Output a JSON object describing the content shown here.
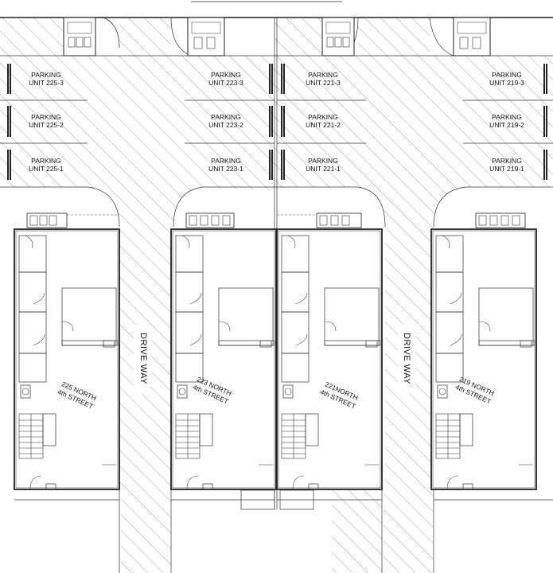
{
  "drive_label": "DRIVE WAY",
  "parking": {
    "title": "PARKING",
    "spaces": [
      [
        "UNIT 225-3",
        "UNIT 223-3",
        "UNIT 221-3",
        "UNIT 219-3"
      ],
      [
        "UNIT 225-2",
        "UNIT 223-2",
        "UNIT 221-2",
        "UNIT 219-2"
      ],
      [
        "UNIT 225-1",
        "UNIT 223-1",
        "UNIT 221-1",
        "UNIT 219-1"
      ]
    ]
  },
  "buildings": [
    {
      "line1": "225 NORTH",
      "line2": "4th STREET"
    },
    {
      "line1": "223 NORTH",
      "line2": "4th STREET"
    },
    {
      "line1": "221NORTH",
      "line2": "4th STREET"
    },
    {
      "line1": "219 NORTH",
      "line2": "4th STREET"
    }
  ],
  "colors": {
    "line": "#222222",
    "hatch": "#8c8c8c",
    "background": "#ffffff"
  }
}
